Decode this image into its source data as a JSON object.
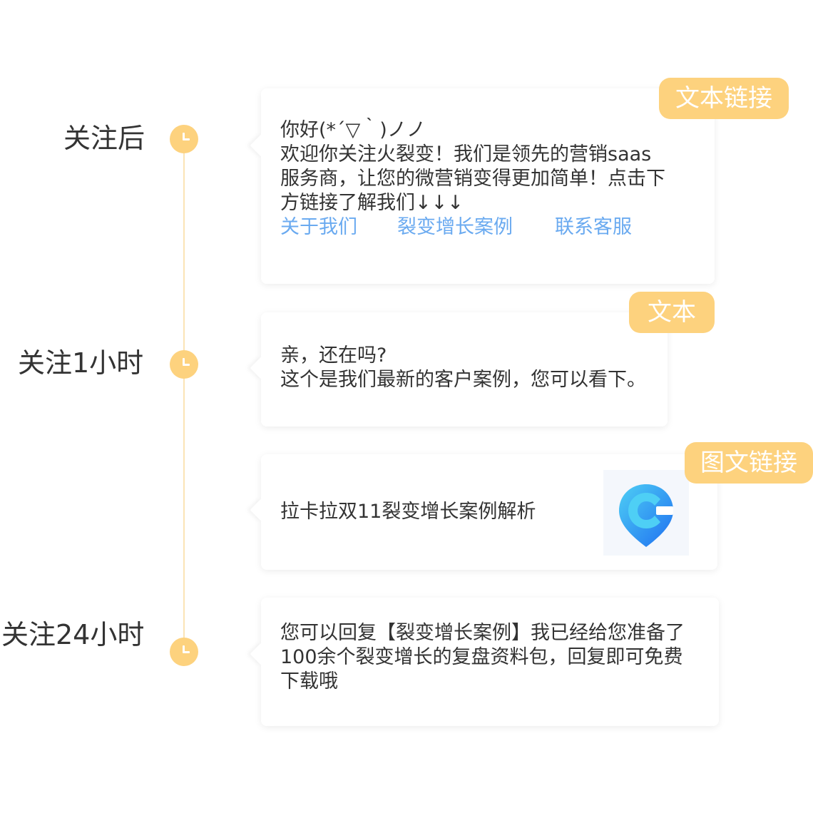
{
  "timeline": {
    "steps": [
      {
        "label": "关注后"
      },
      {
        "label": "关注1小时"
      },
      {
        "label": "关注24小时"
      }
    ]
  },
  "messages": [
    {
      "tag": "文本链接",
      "text": "你好(*´▽｀)ノノ\n欢迎你关注火裂变！我们是领先的营销saas\n服务商，让您的微营销变得更加简单！点击下\n方链接了解我们↓↓↓",
      "links": [
        "关于我们",
        "裂变增长案例",
        "联系客服"
      ]
    },
    {
      "tag": "文本",
      "text": "亲，还在吗?\n这个是我们最新的客户案例，您可以看下。"
    },
    {
      "tag": "图文链接",
      "text": "拉卡拉双11裂变增长案例解析",
      "thumbnail_icon": "location-pin-logo-icon"
    },
    {
      "text": "您可以回复【裂变增长案例】我已经给您准备了\n100余个裂变增长的复盘资料包，回复即可免费\n下载哦"
    }
  ],
  "colors": {
    "accent": "#fdd27e",
    "link": "#6aaaf0",
    "text": "#333333",
    "timeline_line": "#fbe4b6",
    "logo_primary": "#1f6ff0",
    "logo_secondary": "#4ecff5"
  }
}
